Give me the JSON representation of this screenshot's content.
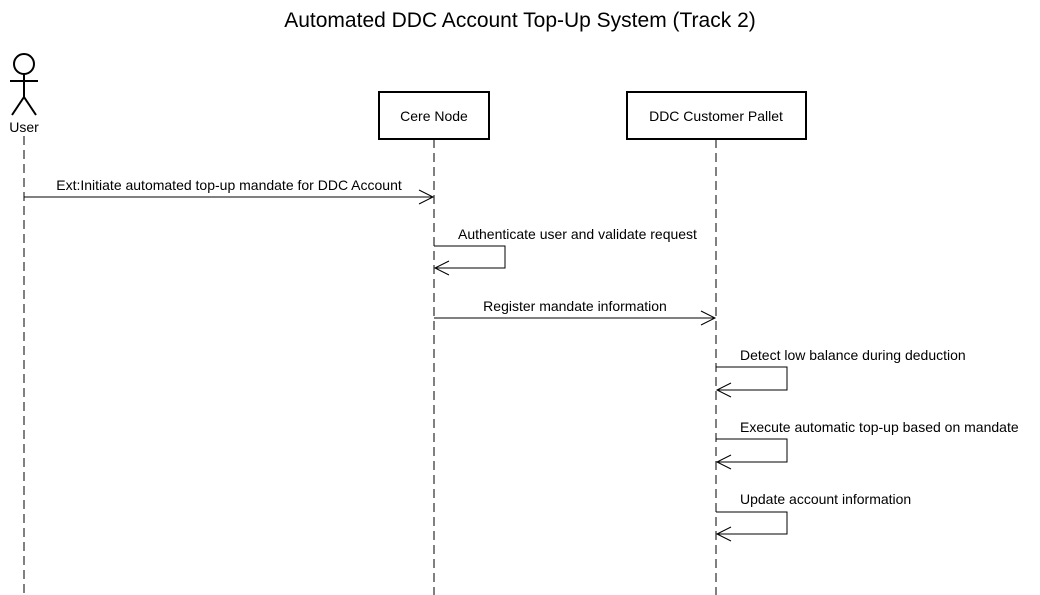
{
  "title": "Automated DDC Account Top-Up System (Track 2)",
  "participants": {
    "user": {
      "label": "User",
      "kind": "actor"
    },
    "cere_node": {
      "label": "Cere Node",
      "kind": "box"
    },
    "ddc_pallet": {
      "label": "DDC Customer Pallet",
      "kind": "box"
    }
  },
  "messages": [
    {
      "from": "user",
      "to": "cere_node",
      "label": "Ext:Initiate automated top-up mandate for DDC Account"
    },
    {
      "from": "cere_node",
      "to": "cere_node",
      "label": "Authenticate user and validate request"
    },
    {
      "from": "cere_node",
      "to": "ddc_pallet",
      "label": "Register mandate information"
    },
    {
      "from": "ddc_pallet",
      "to": "ddc_pallet",
      "label": "Detect low balance during deduction"
    },
    {
      "from": "ddc_pallet",
      "to": "ddc_pallet",
      "label": "Execute automatic top-up based on mandate"
    },
    {
      "from": "ddc_pallet",
      "to": "ddc_pallet",
      "label": "Update account information"
    }
  ],
  "colors": {
    "stroke": "#000000",
    "background": "#ffffff",
    "text": "#000000"
  }
}
